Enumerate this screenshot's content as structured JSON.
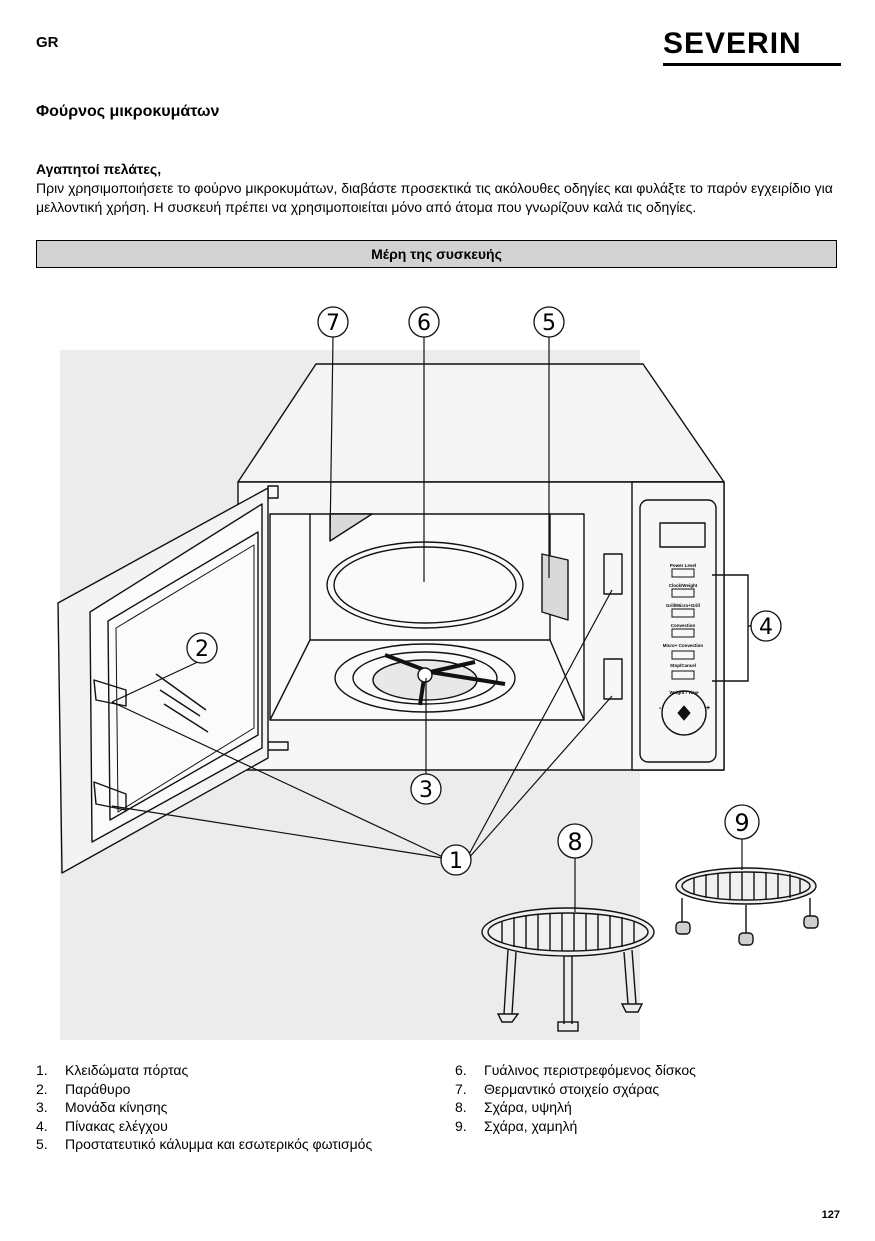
{
  "header": {
    "lang": "GR",
    "brand": "SEVERIN"
  },
  "title": "Φούρνος μικροκυμάτων",
  "greeting": "Αγαπητοί πελάτες,",
  "intro": "Πριν χρησιμοποιήσετε το φούρνο μικροκυμάτων, διαβάστε προσεκτικά τις ακόλουθες οδηγίες και φυλάξτε το παρόν εγχειρίδιο για μελλοντική χρήση. Η συσκευή πρέπει να χρησιμοποιείται μόνο από άτομα που γνωρίζουν καλά τις οδηγίες.",
  "section_title": "Μέρη της συσκευής",
  "figure": {
    "callouts": [
      "1",
      "2",
      "3",
      "4",
      "5",
      "6",
      "7",
      "8",
      "9"
    ],
    "panel_buttons": [
      "Power Level",
      "Clock/Weight",
      "Grill/Micro+Grill",
      "Convection",
      "Micro+ Convection",
      "Stop/Cancel"
    ],
    "dial_label": "Weight / Time",
    "dial_minus": "-",
    "dial_plus": "+"
  },
  "parts_left": [
    {
      "num": "1.",
      "label": "Κλειδώματα πόρτας"
    },
    {
      "num": "2.",
      "label": "Παράθυρο"
    },
    {
      "num": "3.",
      "label": "Μονάδα κίνησης"
    },
    {
      "num": "4.",
      "label": "Πίνακας ελέγχου"
    },
    {
      "num": "5.",
      "label": "Προστατευτικό κάλυμμα και εσωτερικός φωτισμός"
    }
  ],
  "parts_right": [
    {
      "num": "6.",
      "label": "Γυάλινος περιστρεφόμενος δίσκος"
    },
    {
      "num": "7.",
      "label": "Θερμαντικό στοιχείο σχάρας"
    },
    {
      "num": "8.",
      "label": "Σχάρα, υψηλή"
    },
    {
      "num": "9.",
      "label": "Σχάρα, χαμηλή"
    }
  ],
  "page_number": "127"
}
